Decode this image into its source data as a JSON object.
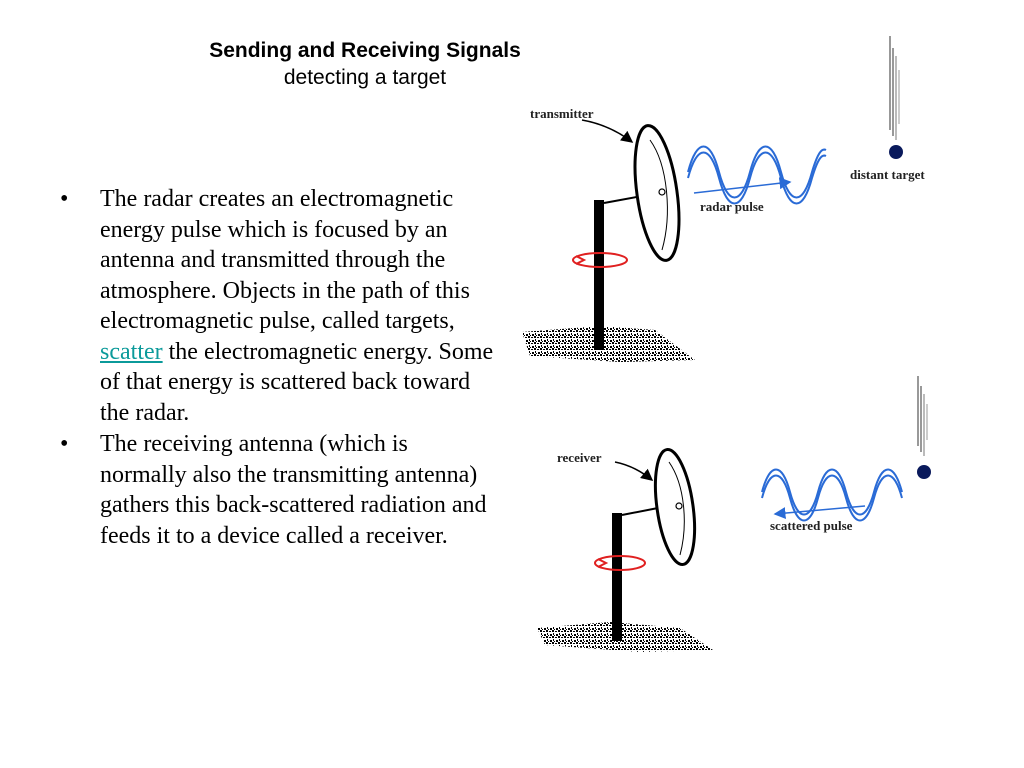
{
  "title": {
    "main": "Sending and Receiving Signals",
    "subtitle": "detecting a target"
  },
  "bullets": [
    {
      "before_link": "The radar creates an electromagnetic energy pulse which is focused by an antenna and transmitted through the atmosphere. Objects in the path of this electromagnetic pulse, called targets, ",
      "link": "scatter",
      "after_link": " the electromagnetic energy. Some of that energy is scattered back toward the radar."
    },
    {
      "text": "The receiving antenna (which is normally also the transmitting antenna) gathers this back-scattered radiation and feeds it to a device called a receiver."
    }
  ],
  "diagram_top": {
    "antenna_label": "transmitter",
    "wave_label": "radar pulse",
    "target_label": "distant target"
  },
  "diagram_bottom": {
    "antenna_label": "receiver",
    "wave_label": "scattered pulse"
  },
  "colors": {
    "link": "#0b9a9a",
    "wave": "#2a6bd6",
    "rotation": "#e02020",
    "target": "#0a1a5c"
  }
}
